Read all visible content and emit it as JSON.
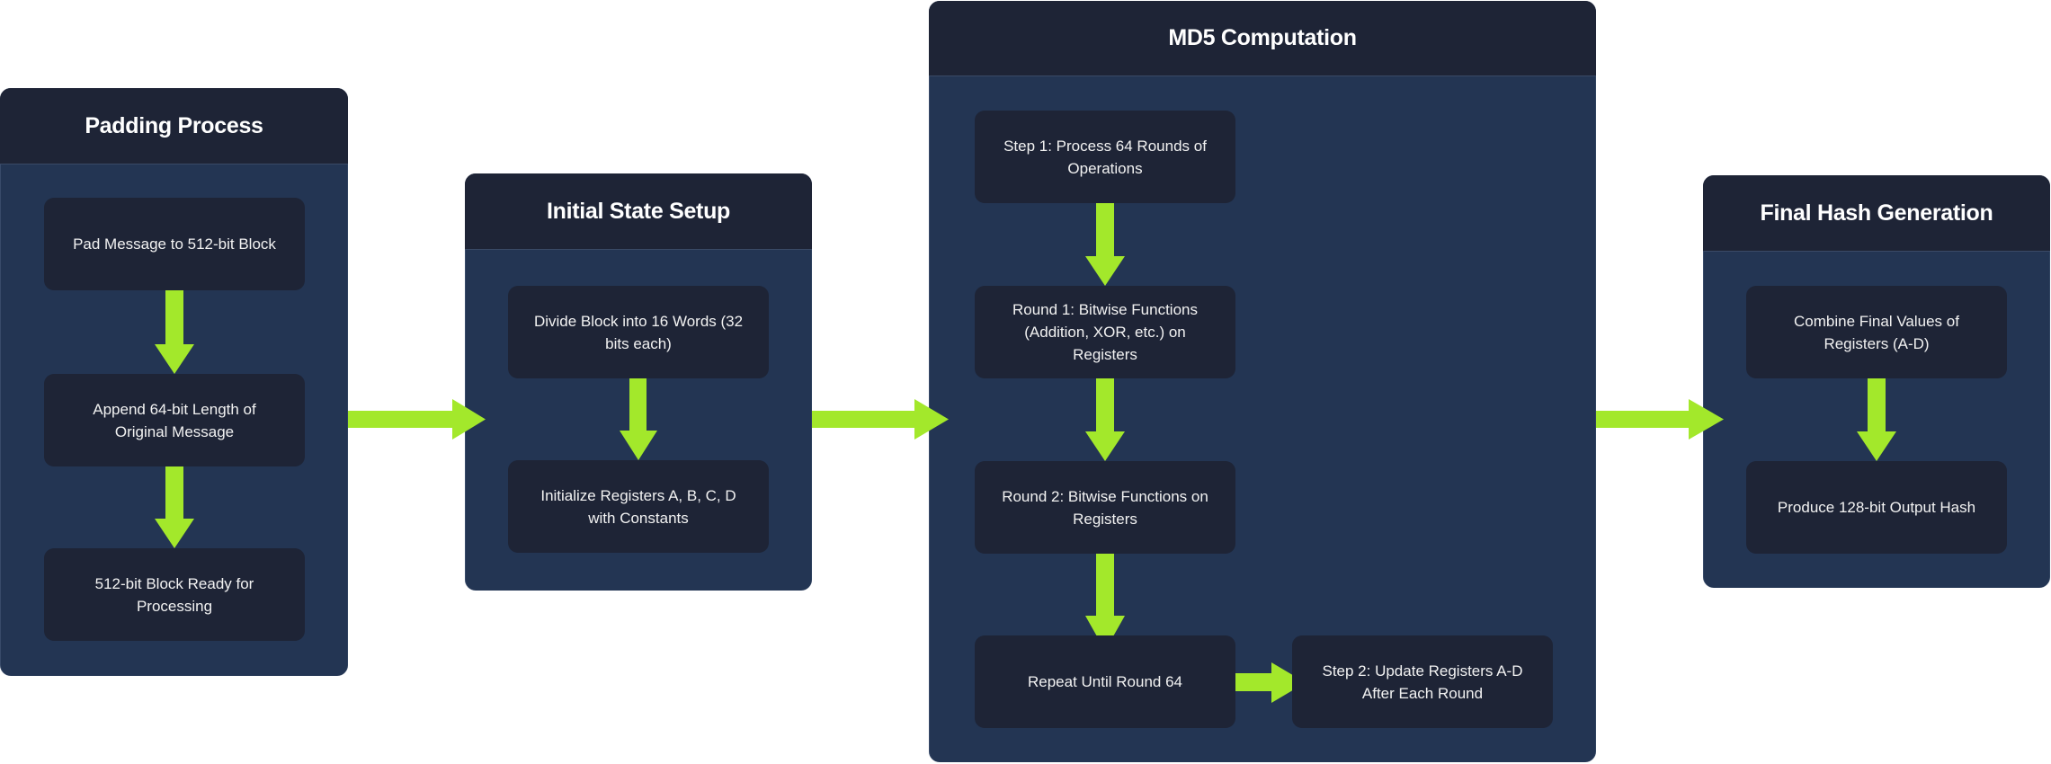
{
  "diagram": {
    "accent_color": "#a3e82b",
    "panel_color": "#233553",
    "header_color": "#1e2436",
    "panels": [
      {
        "title": "Padding Process",
        "blocks": [
          "Pad Message to 512-bit Block",
          "Append 64-bit Length of Original Message",
          "512-bit Block Ready for Processing"
        ]
      },
      {
        "title": "Initial State Setup",
        "blocks": [
          "Divide Block into 16 Words (32 bits each)",
          "Initialize Registers A, B, C, D with Constants"
        ]
      },
      {
        "title": "MD5 Computation",
        "blocks": [
          "Step 1: Process 64 Rounds of Operations",
          "Round 1: Bitwise Functions (Addition, XOR, etc.) on Registers",
          "Round 2: Bitwise Functions on Registers",
          "Repeat Until Round 64",
          "Step 2: Update Registers A-D After Each Round"
        ]
      },
      {
        "title": "Final Hash Generation",
        "blocks": [
          "Combine Final Values of Registers (A-D)",
          "Produce 128-bit Output Hash"
        ]
      }
    ],
    "edges": [
      {
        "from": "Pad Message to 512-bit Block",
        "to": "Append 64-bit Length of Original Message"
      },
      {
        "from": "Append 64-bit Length of Original Message",
        "to": "512-bit Block Ready for Processing"
      },
      {
        "from": "Padding Process",
        "to": "Initial State Setup"
      },
      {
        "from": "Divide Block into 16 Words (32 bits each)",
        "to": "Initialize Registers A, B, C, D with Constants"
      },
      {
        "from": "Initial State Setup",
        "to": "MD5 Computation"
      },
      {
        "from": "Step 1: Process 64 Rounds of Operations",
        "to": "Round 1: Bitwise Functions (Addition, XOR, etc.) on Registers"
      },
      {
        "from": "Round 1: Bitwise Functions (Addition, XOR, etc.) on Registers",
        "to": "Round 2: Bitwise Functions on Registers"
      },
      {
        "from": "Round 2: Bitwise Functions on Registers",
        "to": "Repeat Until Round 64"
      },
      {
        "from": "Repeat Until Round 64",
        "to": "Step 2: Update Registers A-D After Each Round"
      },
      {
        "from": "MD5 Computation",
        "to": "Final Hash Generation"
      },
      {
        "from": "Combine Final Values of Registers (A-D)",
        "to": "Produce 128-bit Output Hash"
      }
    ]
  }
}
